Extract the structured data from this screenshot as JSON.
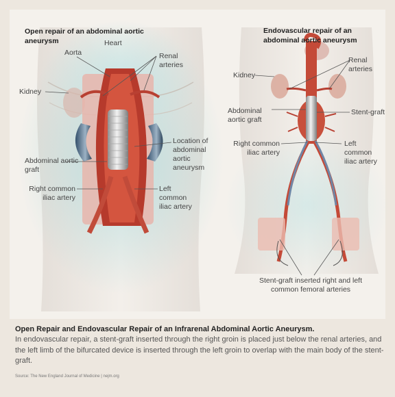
{
  "open_repair": {
    "title": "Open repair of an abdominal aortic aneurysm",
    "labels": {
      "heart": "Heart",
      "aorta": "Aorta",
      "renal_arteries": "Renal arteries",
      "kidney": "Kidney",
      "aneurysm_location": "Location of abdominal aortic aneurysm",
      "abdominal_aortic_graft": "Abdominal aortic graft",
      "right_common_iliac": "Right common iliac artery",
      "left_common_iliac": "Left common iliac artery"
    }
  },
  "endovascular_repair": {
    "title": "Endovascular repair of an abdominal aortic aneurysm",
    "labels": {
      "kidney": "Kidney",
      "renal_arteries": "Renal arteries",
      "abdominal_aortic_graft": "Abdominal aortic graft",
      "stent_graft": "Stent-graft",
      "right_common_iliac": "Right common iliac artery",
      "left_common_iliac": "Left common iliac artery",
      "femoral_insertion": "Stent-graft inserted right and left common femoral arteries"
    }
  },
  "caption": {
    "title": "Open Repair and Endovascular Repair of an Infrarenal Abdominal Aortic Aneurysm.",
    "body": "In endovascular repair, a stent-graft inserted through the right groin is placed just below the renal arteries, and the left limb of the bifurcated device is inserted through the left groin to overlap with the main body of the stent-graft.",
    "source": "Source: The New England Journal of Medicine | nejm.org"
  }
}
